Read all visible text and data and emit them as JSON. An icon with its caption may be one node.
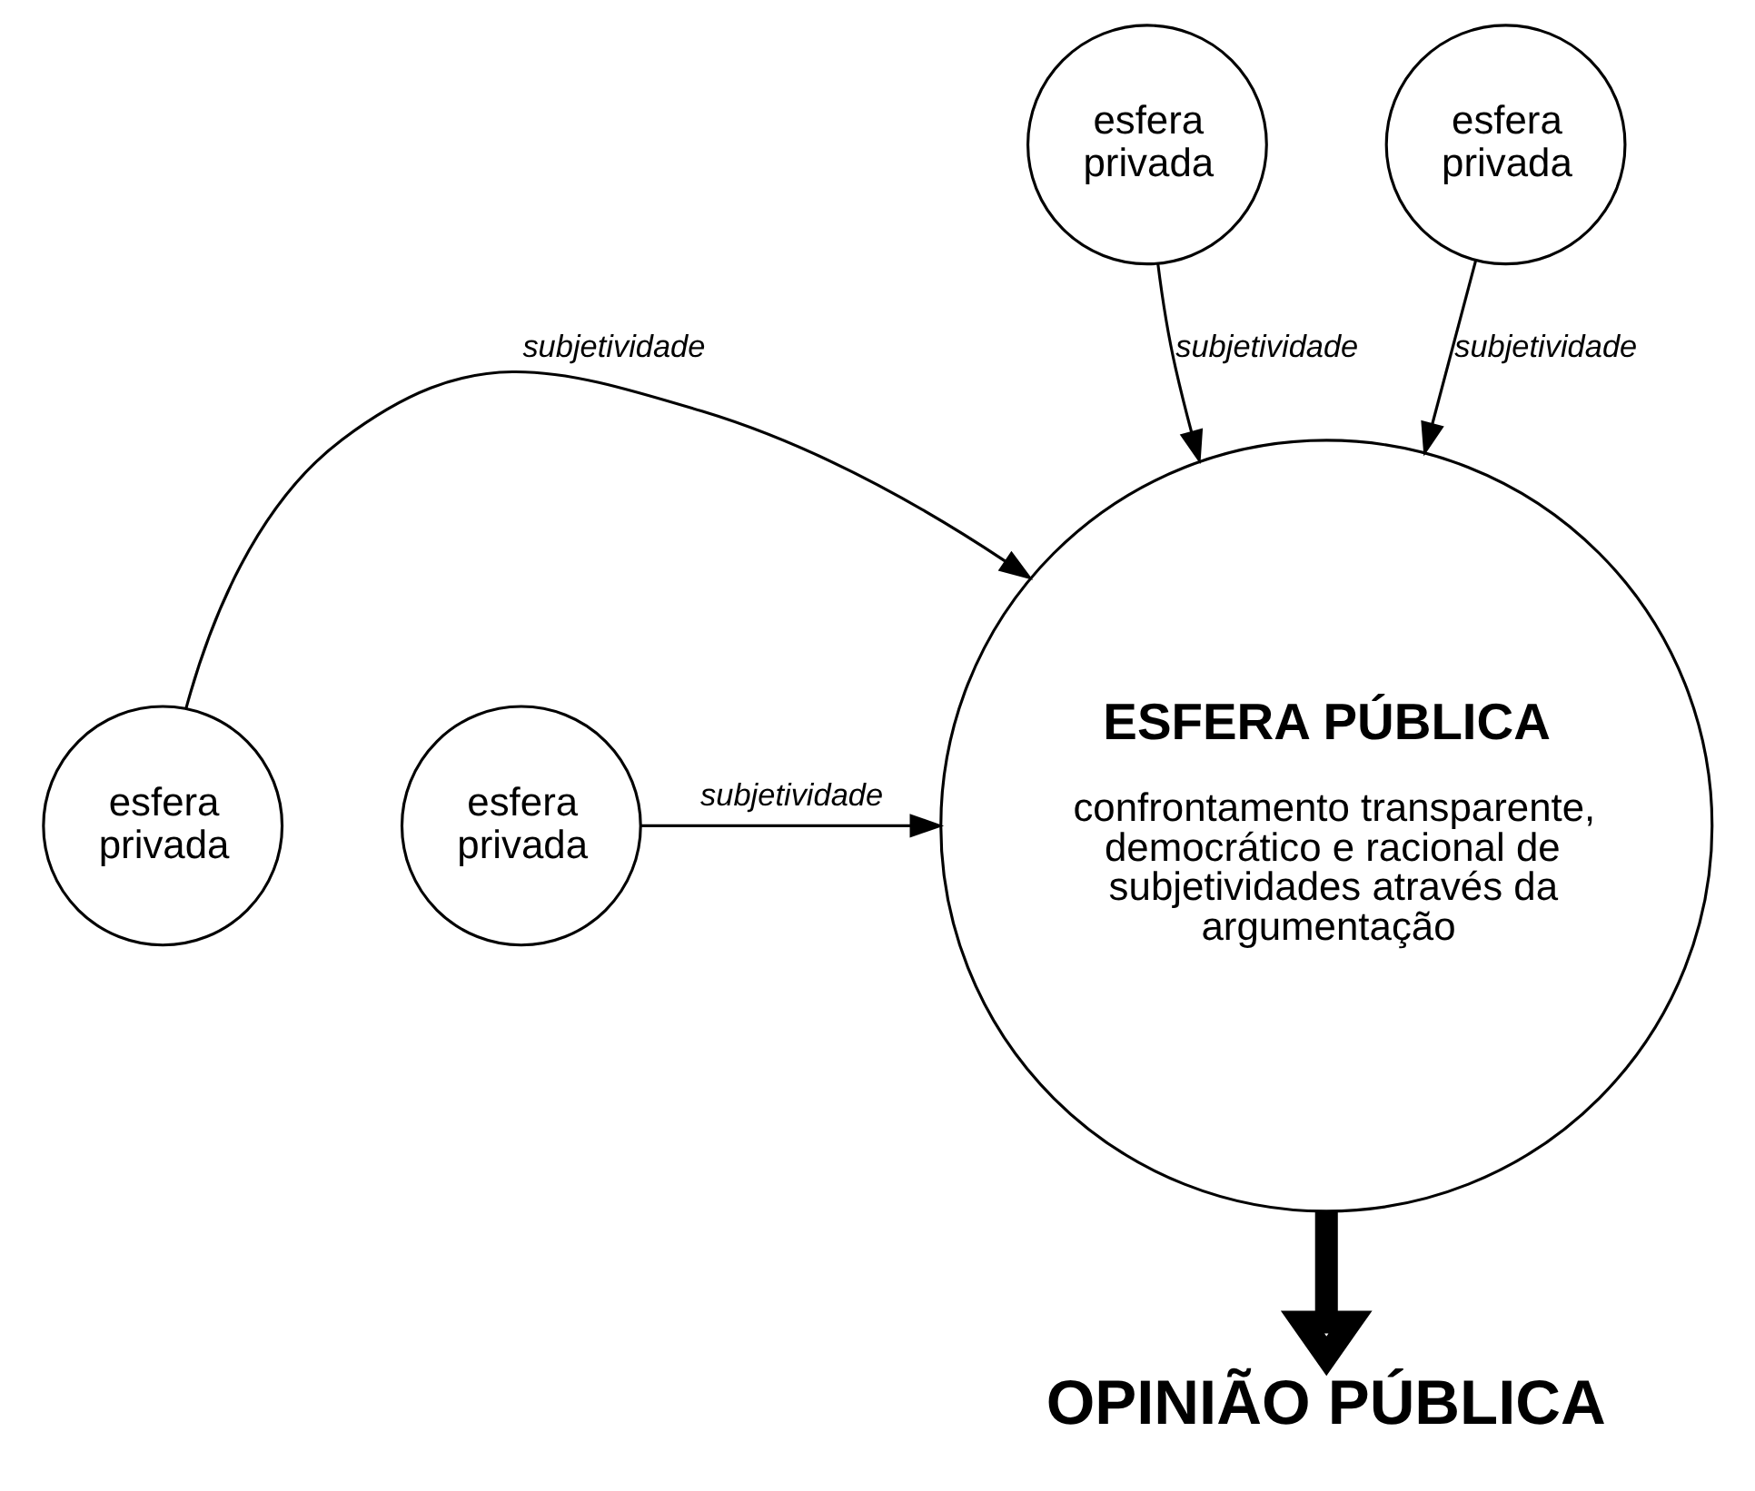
{
  "diagram": {
    "nodes": [
      {
        "text": [
          "esfera privada"
        ]
      },
      {
        "text": [
          "esfera privada"
        ]
      },
      {
        "text": [
          "esfera privada"
        ]
      },
      {
        "text": [
          "esfera privada"
        ]
      },
      {
        "text": [
          "ESFERA PÚBLICA",
          "confrontamento transparente, democrático e racional de subjetividades através da argumentação"
        ]
      },
      {
        "text": [
          "OPINIÃO PÚBLICA"
        ]
      }
    ],
    "edges": [
      {
        "from": 0,
        "to": 4,
        "arrow": "to",
        "label": "subjetividade"
      },
      {
        "from": 1,
        "to": 4,
        "arrow": "to",
        "label": "subjetividade"
      },
      {
        "from": 2,
        "to": 4,
        "arrow": "to",
        "label": "subjetividade"
      },
      {
        "from": 3,
        "to": 4,
        "arrow": "to",
        "label": "subjetividade"
      },
      {
        "from": 4,
        "to": 5,
        "arrow": "to",
        "style": "thick"
      }
    ]
  }
}
